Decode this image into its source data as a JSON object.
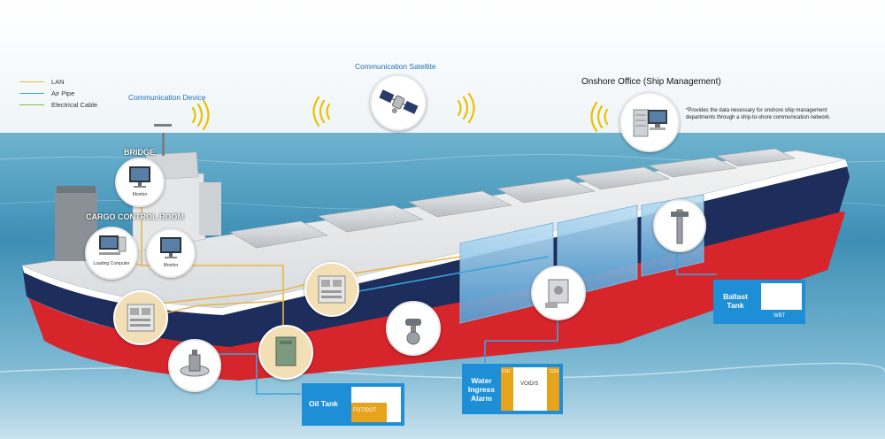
{
  "legend": [
    {
      "label": "LAN",
      "color": "#e9b64a"
    },
    {
      "label": "Air Pipe",
      "color": "#3aa3dc"
    },
    {
      "label": "Electrical Cable",
      "color": "#7cc04a"
    }
  ],
  "labels": {
    "communication_device": "Communication Device",
    "communication_satellite": "Communication Satellite",
    "onshore_office": "Onshore Office (Ship Management)",
    "onshore_note": "*Provides the data necessary for onshore ship management departments through a ship-to-shore communication network.",
    "bridge": "BRIDGE",
    "cargo_control_room": "CARGO CONTROL ROOM"
  },
  "equipment": {
    "bridge_monitor": "Monitor",
    "loading_computer": "Loading Computer",
    "ccr_monitor": "Monitor"
  },
  "tanks": {
    "oil_tank": "Oil Tank",
    "fot_dot": "FOT/DOT",
    "water_ingress_alarm": "Water Ingress Alarm",
    "ch_left": "C/H",
    "ch_right": "C/H",
    "void_s": "VOID/S",
    "ballast_tank": "Ballast Tank",
    "wbt": "WBT"
  },
  "colors": {
    "lan": "#e9b64a",
    "air_pipe": "#3aa3dc",
    "electrical": "#7cc04a",
    "hull_navy": "#1d2d5c",
    "hull_red": "#d7252c",
    "accent_blue": "#1e8fd6"
  },
  "icons": {
    "signal": "wifi-waves-icon",
    "satellite": "satellite-icon",
    "server": "server-computer-icon",
    "monitor": "monitor-icon"
  }
}
